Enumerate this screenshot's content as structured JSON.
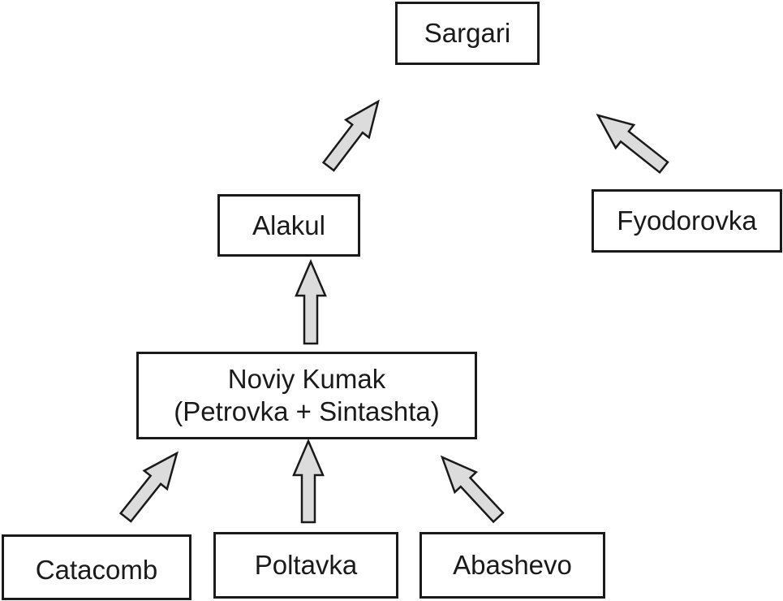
{
  "nodes": {
    "sargari": "Sargari",
    "alakul": "Alakul",
    "fyodorovka": "Fyodorovka",
    "noviy_kumak_line1": "Noviy Kumak",
    "noviy_kumak_line2": "(Petrovka + Sintashta)",
    "catacomb": "Catacomb",
    "poltavka": "Poltavka",
    "abashevo": "Abashevo"
  },
  "edges": [
    {
      "from": "alakul",
      "to": "sargari"
    },
    {
      "from": "fyodorovka",
      "to": "sargari"
    },
    {
      "from": "noviy_kumak",
      "to": "alakul"
    },
    {
      "from": "catacomb",
      "to": "noviy_kumak"
    },
    {
      "from": "poltavka",
      "to": "noviy_kumak"
    },
    {
      "from": "abashevo",
      "to": "noviy_kumak"
    }
  ],
  "colors": {
    "arrow_fill": "#dcdcdc",
    "stroke": "#1a1a1a"
  }
}
